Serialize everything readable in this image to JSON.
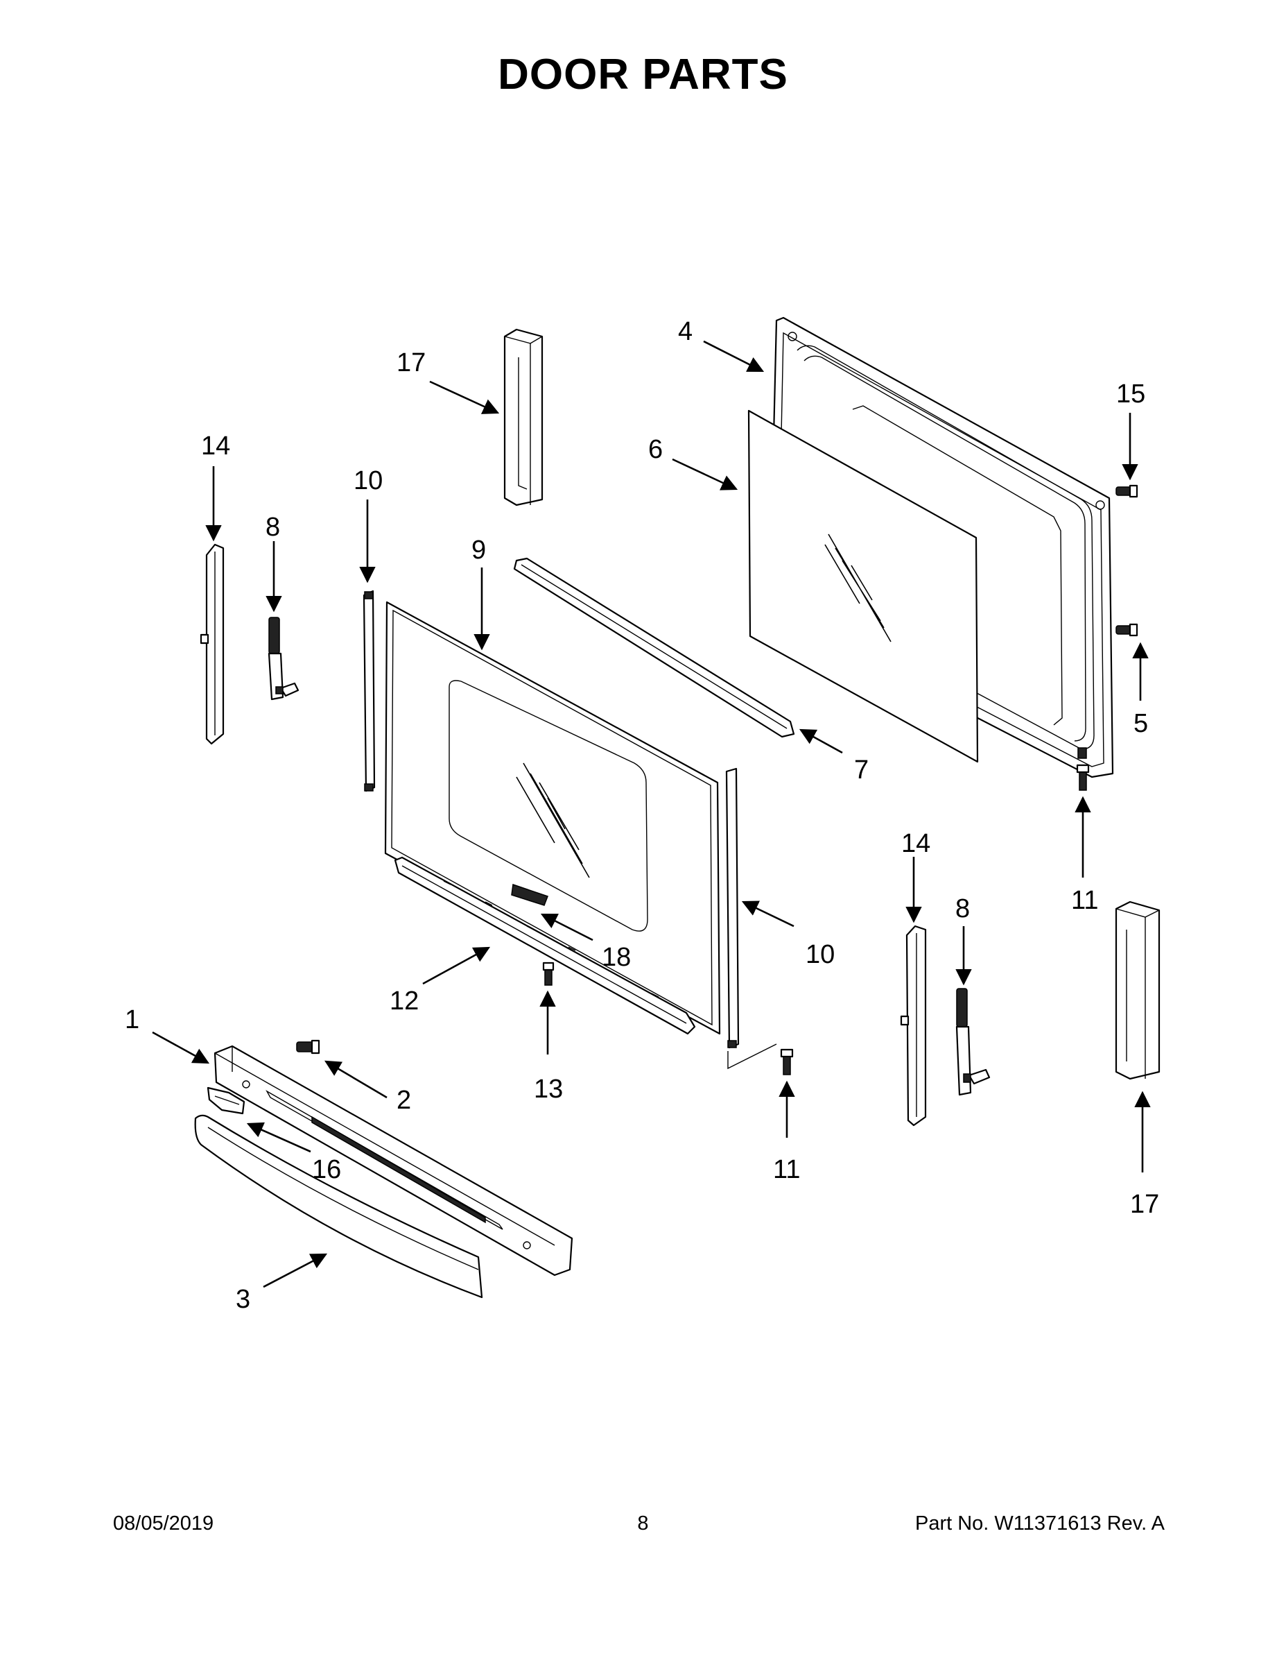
{
  "title": "DOOR PARTS",
  "callouts": {
    "c1": "1",
    "c2": "2",
    "c3": "3",
    "c4": "4",
    "c5": "5",
    "c6": "6",
    "c7": "7",
    "c8a": "8",
    "c8b": "8",
    "c9": "9",
    "c10a": "10",
    "c10b": "10",
    "c11a": "11",
    "c11b": "11",
    "c12": "12",
    "c13": "13",
    "c14a": "14",
    "c14b": "14",
    "c15": "15",
    "c16": "16",
    "c17a": "17",
    "c17b": "17",
    "c18": "18"
  },
  "footer": {
    "date": "08/05/2019",
    "page": "8",
    "part_number": "Part No.  W11371613  Rev.  A"
  }
}
